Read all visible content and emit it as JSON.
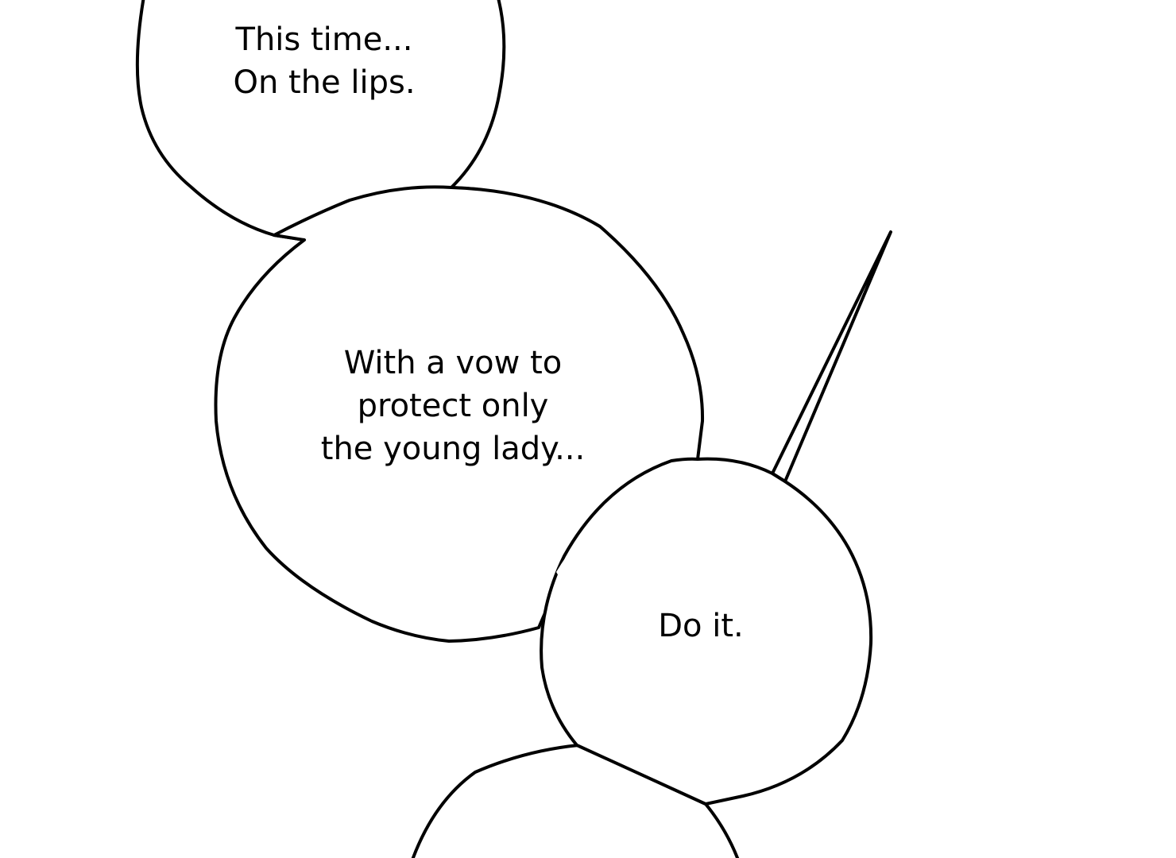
{
  "page": {
    "background_color": "#ffffff",
    "ink_color": "#000000"
  },
  "bubbles": [
    {
      "lines": [
        "This time...",
        "On the lips."
      ]
    },
    {
      "lines": [
        "With a vow to",
        "protect only",
        "the young lady..."
      ]
    },
    {
      "lines": [
        "Do it."
      ]
    }
  ]
}
